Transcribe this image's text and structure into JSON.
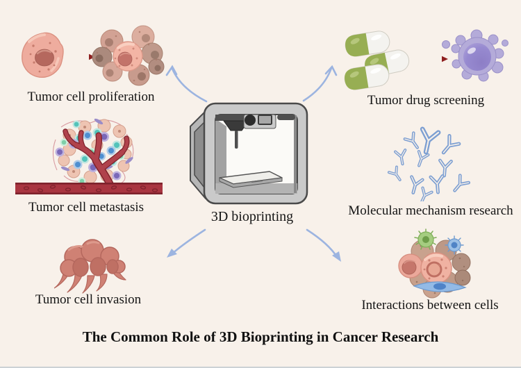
{
  "title": "The Common Role of 3D Bioprinting in Cancer Research",
  "center": {
    "label": "3D bioprinting",
    "icon": "3d-bioprinter-icon"
  },
  "nodes": [
    {
      "id": "tumor-cell-proliferation",
      "label": "Tumor cell proliferation",
      "position": "top-left",
      "icon": "single-cell-to-cluster"
    },
    {
      "id": "tumor-drug-screening",
      "label": "Tumor drug screening",
      "position": "top-right",
      "icon": "capsules-to-tumor-cell"
    },
    {
      "id": "tumor-cell-metastasis",
      "label": "Tumor cell metastasis",
      "position": "middle-left",
      "icon": "tumor-with-blood-vessel"
    },
    {
      "id": "molecular-mechanism-research",
      "label": "Molecular mechanism research",
      "position": "middle-right",
      "icon": "antibodies-scatter"
    },
    {
      "id": "tumor-cell-invasion",
      "label": "Tumor cell invasion",
      "position": "bottom-left",
      "icon": "invasive-tumor-mass"
    },
    {
      "id": "interactions-between-cells",
      "label": "Interactions between cells",
      "position": "bottom-right",
      "icon": "mixed-cell-cluster"
    }
  ],
  "colors": {
    "background": "#f8f1ea",
    "connector_arrow_blue": "#9cb4e0",
    "process_arrow_red": "#8e1f1f",
    "vessel_red": "#a93540",
    "capsule_green": "#97ae53",
    "tumor_cell_pink": "#eeac9e",
    "purple_tumor_cell": "#b4abd9",
    "antibody_blue": "#7d9fd2",
    "invasion_mass_red": "#cf8174",
    "printer_gray": "#cacaca",
    "text": "#141414"
  }
}
